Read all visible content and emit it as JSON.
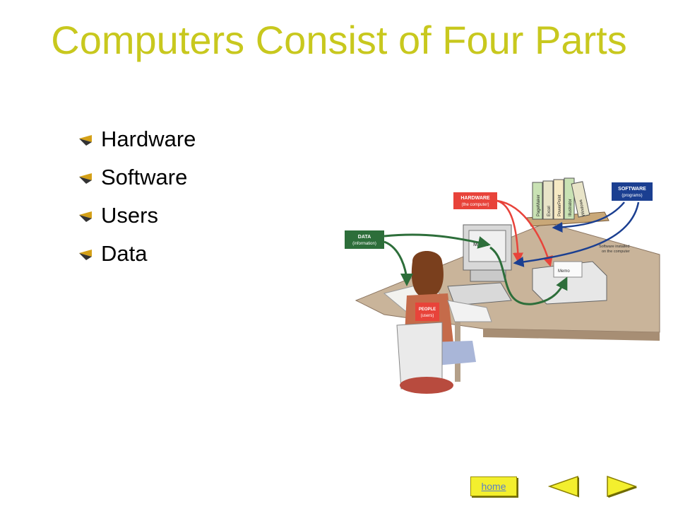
{
  "slide": {
    "title": "Computers Consist of Four Parts",
    "bullets": [
      "Hardware",
      "Software",
      "Users",
      "Data"
    ]
  },
  "illustration": {
    "hardware_label": "HARDWARE",
    "hardware_sub": "(the computer)",
    "software_label": "SOFTWARE",
    "software_sub": "(programs)",
    "data_label": "DATA",
    "data_sub": "(information)",
    "people_label": "PEOPLE",
    "people_sub": "(users)",
    "installed_note_1": "Software installed",
    "installed_note_2": "on the computer",
    "screen_text": "Memo",
    "printer_text": "Memo",
    "books": [
      "PageMaker",
      "Excel",
      "PowerPoint",
      "Illustrator",
      "Windows"
    ]
  },
  "nav": {
    "home_label": "home"
  },
  "colors": {
    "title": "#c8c81e",
    "hardware": "#e8433a",
    "software": "#1b3f91",
    "data": "#2d6e3a",
    "people": "#e8433a"
  }
}
